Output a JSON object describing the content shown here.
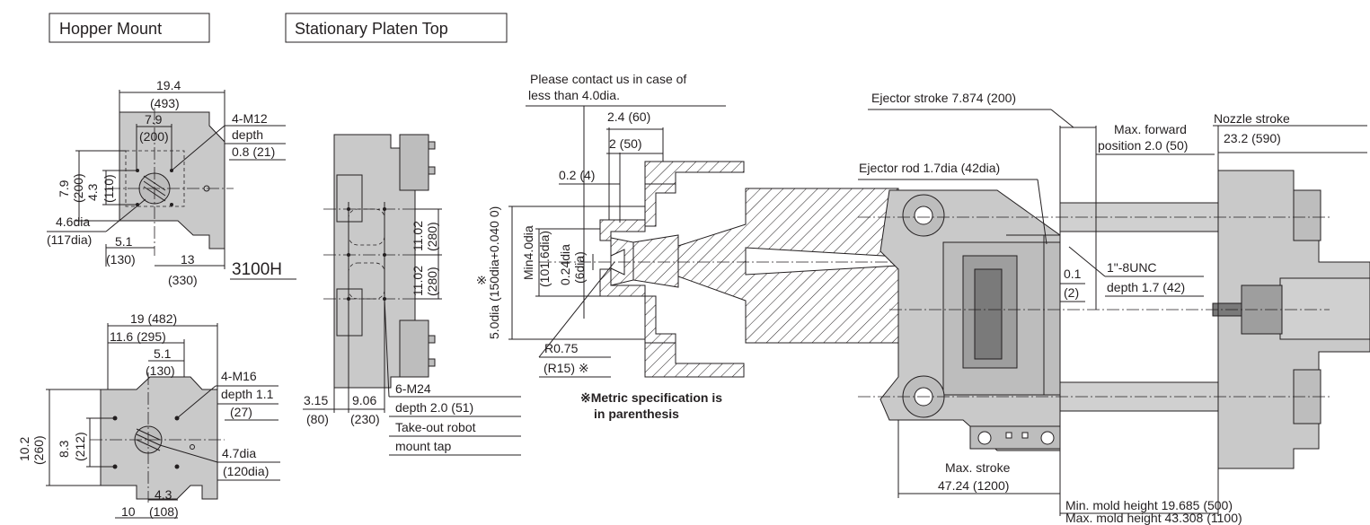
{
  "titles": {
    "hopper_mount": "Hopper Mount",
    "stationary_platen_top": "Stationary Platen Top"
  },
  "hopper_top": {
    "d1": "19.4",
    "d1m": "(493)",
    "d2": "7.9",
    "d2m": "(200)",
    "h1": "7.9",
    "h1m": "(200)",
    "h2": "4.3",
    "h2m": "(110)",
    "hole": "4.6dia",
    "holem": "(117dia)",
    "b1": "5.1",
    "b1m": "(130)",
    "b2": "13",
    "b2m": "(330)",
    "tap1": "4-M12",
    "tap2": "depth",
    "tap3": "0.8 (21)",
    "model": "3100H"
  },
  "hopper_bottom": {
    "d1": "19 (482)",
    "d2": "11.6 (295)",
    "d3": "5.1",
    "d3m": "(130)",
    "tap1": "4-M16",
    "tap2": "depth 1.1",
    "tap3": "(27)",
    "h1": "10.2",
    "h1m": "(260)",
    "h2": "8.3",
    "h2m": "(212)",
    "hole": "4.7dia",
    "holem": "(120dia)",
    "b1": "4.3",
    "b1m": "(108)",
    "b2": "10"
  },
  "platen": {
    "w1": "3.15",
    "w1m": "(80)",
    "w2": "9.06",
    "w2m": "(230)",
    "v1": "11.02",
    "v1m": "(280)",
    "v2": "11.02",
    "v2m": "(280)",
    "tap1": "6-M24",
    "tap2": "depth 2.0 (51)",
    "tap3": "Take-out robot",
    "tap4": "mount tap"
  },
  "nozzle": {
    "note1": "Please contact us in case of",
    "note2": "less than  4.0dia.",
    "d1": "2.4 (60)",
    "d2": "2 (50)",
    "d3": "0.2 (4)",
    "v1": "Min4.0dia",
    "v1m": "(101.6dia)",
    "v2": "0.24dia",
    "v2m": "(6dia)",
    "v3": "5.0dia (150dia+0.040 0)",
    "v3mark": "※",
    "r1": "R0.75",
    "r1m": "(R15) ※",
    "metric1": "※Metric specification is",
    "metric2": "in parenthesis"
  },
  "machine": {
    "ejector_stroke": "Ejector stroke 7.874 (200)",
    "ejector_rod": "Ejector rod 1.7dia (42dia)",
    "max_forward1": "Max. forward",
    "max_forward2": "position 2.0 (50)",
    "nozzle_stroke1": "Nozzle stroke",
    "nozzle_stroke2": "23.2 (590)",
    "d01": "0.1",
    "d01m": "(2)",
    "unc1": "1\"-8UNC",
    "unc2": "depth 1.7 (42)",
    "max_stroke1": "Max. stroke",
    "max_stroke2": "47.24 (1200)",
    "min_mold": "Min. mold height 19.685 (500)",
    "max_mold": "Max. mold height 43.308 (1100)"
  }
}
